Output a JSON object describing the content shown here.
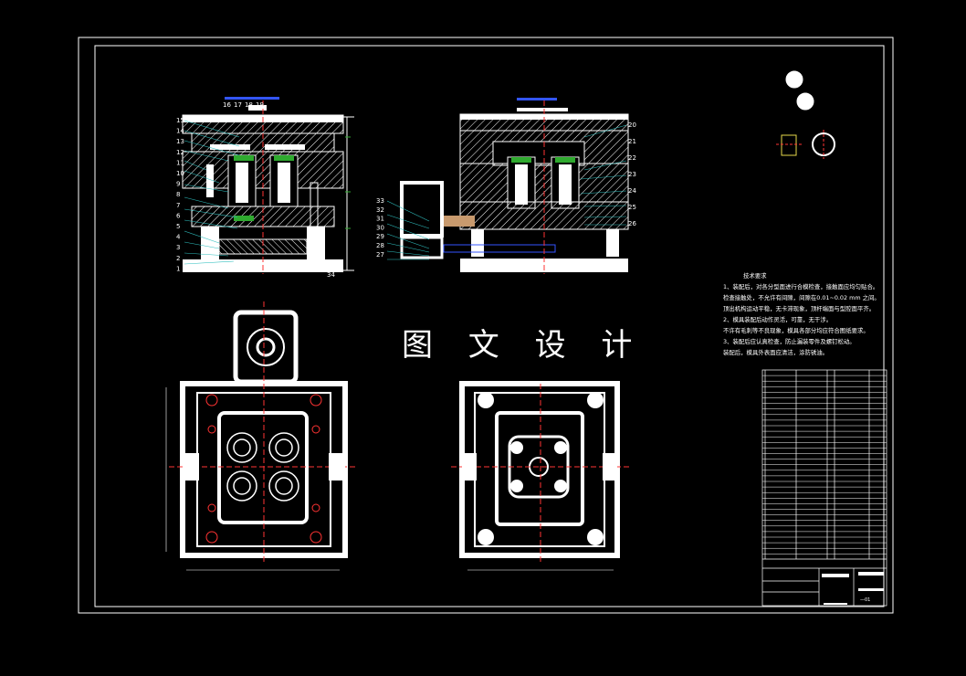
{
  "watermark": "图 文 设 计",
  "tech_notes": {
    "title": "技术要求",
    "lines": [
      "1、装配后，对各分型面进行合模检查，接触面应均匀贴合。",
      "检查接触处，不允许有间隙，间隙在0.01~0.02 mm 之间。",
      "顶出机构运动平稳，无卡滞现象，顶杆端面与型腔面平齐。",
      "2、模具装配后动作灵活，可靠，无干涉。",
      "不许有毛刺等不良现象，模具各部分均应符合图纸要求。",
      "3、装配后应认真检查，防止漏装零件及螺钉松动。",
      "装配后，模具外表面应清洁，涂防锈油。"
    ]
  },
  "part_labels_left": [
    "15",
    "14",
    "13",
    "12",
    "11",
    "10",
    "9",
    "8",
    "7",
    "6",
    "5",
    "4",
    "3",
    "2",
    "1"
  ],
  "part_labels_top": [
    "16",
    "17",
    "18",
    "19"
  ],
  "part_label_bottom": "34",
  "part_labels_right": [
    "20",
    "21",
    "22",
    "23",
    "24",
    "25",
    "26"
  ],
  "part_labels_mid": [
    "33",
    "32",
    "31",
    "30",
    "29",
    "28",
    "27"
  ],
  "title_block_number": "—01"
}
